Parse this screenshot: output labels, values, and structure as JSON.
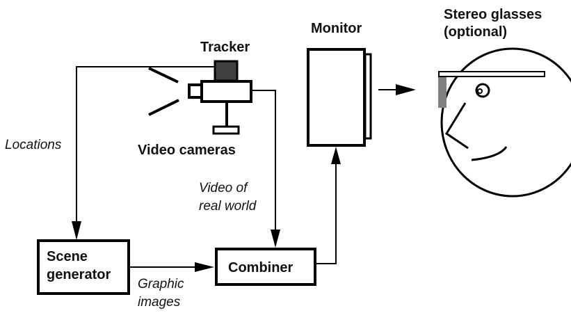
{
  "diagram": {
    "title": "Video see-through augmented reality system",
    "nodes": {
      "tracker": {
        "label": "Tracker"
      },
      "video_cameras": {
        "label": "Video cameras"
      },
      "monitor": {
        "label": "Monitor"
      },
      "stereo_glasses": {
        "label_line1": "Stereo glasses",
        "label_line2": "(optional)"
      },
      "scene_generator": {
        "label_line1": "Scene",
        "label_line2": "generator"
      },
      "combiner": {
        "label": "Combiner"
      }
    },
    "edges": {
      "locations": {
        "from": "tracker",
        "to": "scene_generator",
        "label": "Locations"
      },
      "video_of_real_world": {
        "from": "video_cameras",
        "to": "combiner",
        "label_line1": "Video of",
        "label_line2": "real world"
      },
      "graphic_images": {
        "from": "scene_generator",
        "to": "combiner",
        "label_line1": "Graphic",
        "label_line2": "images"
      },
      "combiner_to_monitor": {
        "from": "combiner",
        "to": "monitor",
        "label": ""
      },
      "monitor_to_viewer": {
        "from": "monitor",
        "to": "viewer",
        "label": ""
      }
    },
    "colors": {
      "stroke": "#000000",
      "tracker_fill": "#404040",
      "glasses_lens": "#808080",
      "background": "#ffffff"
    }
  }
}
